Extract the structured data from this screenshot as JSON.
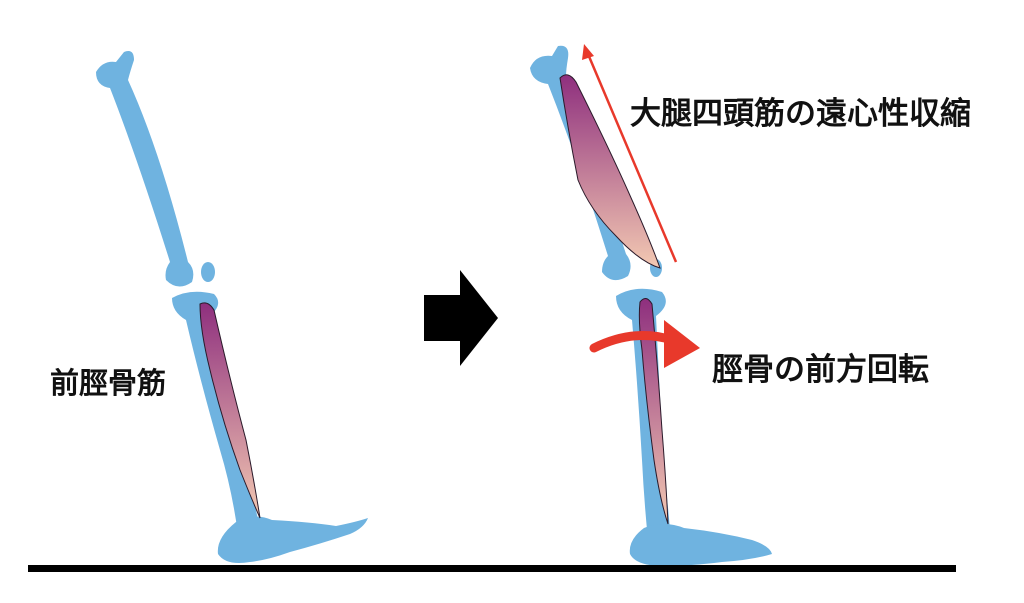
{
  "labels": {
    "tibialis_anterior": "前脛骨筋",
    "quadriceps_eccentric": "大腿四頭筋の遠心性収縮",
    "tibia_forward_rotation": "脛骨の前方回転"
  },
  "colors": {
    "bone": "#6fb3e0",
    "muscle_top": "#8e2f7e",
    "muscle_bottom": "#f3c9b2",
    "arrow_red": "#e8392b",
    "big_arrow": "#000000",
    "ground": "#000000"
  }
}
